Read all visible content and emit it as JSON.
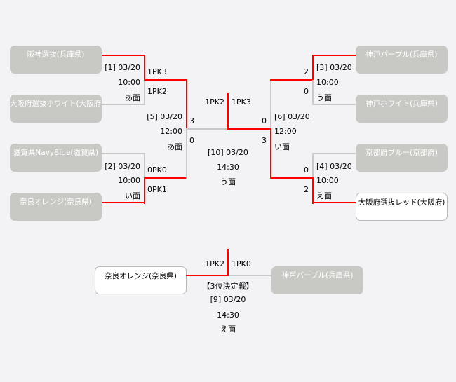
{
  "teams": {
    "l1": "阪神選抜(兵庫県)",
    "l2": "大阪府選抜ホワイト(大阪府)",
    "l3": "滋賀県NavyBlue(滋賀県)",
    "l4": "奈良オレンジ(奈良県)",
    "r1": "神戸パープル(兵庫県)",
    "r2": "神戸ホワイト(兵庫県)",
    "r3": "京都府ブルー(京都府)",
    "r4": "大阪府選抜レッド(大阪府)",
    "p1": "奈良オレンジ(奈良県)",
    "p2": "神戸パープル(兵庫県)"
  },
  "matches": {
    "m1": {
      "no": "[1] 03/20",
      "time": "10:00",
      "court": "あ面",
      "s1": "1PK3",
      "s2": "1PK2"
    },
    "m2": {
      "no": "[2] 03/20",
      "time": "10:00",
      "court": "い面",
      "s1": "0PK0",
      "s2": "0PK1"
    },
    "m3": {
      "no": "[3] 03/20",
      "time": "10:00",
      "court": "う面",
      "s1": "2",
      "s2": "0"
    },
    "m4": {
      "no": "[4] 03/20",
      "time": "10:00",
      "court": "え面",
      "s1": "0",
      "s2": "2"
    },
    "m5": {
      "no": "[5] 03/20",
      "time": "12:00",
      "court": "あ面",
      "s1": "3",
      "s2": "0"
    },
    "m6": {
      "no": "[6] 03/20",
      "time": "12:00",
      "court": "い面",
      "s1": "0",
      "s2": "3"
    },
    "m10": {
      "no": "[10] 03/20",
      "time": "14:30",
      "court": "う面",
      "s1": "1PK2",
      "s2": "1PK3"
    },
    "m9": {
      "title": "【3位決定戦】",
      "no": "[9] 03/20",
      "time": "14:30",
      "court": "え面",
      "s1": "1PK2",
      "s2": "1PK0"
    }
  },
  "colors": {
    "winner_line": "#ff0000",
    "loser_line": "#c8c8c8",
    "eliminated_team": "#c8c8c4",
    "background": "#f3f2f5"
  }
}
